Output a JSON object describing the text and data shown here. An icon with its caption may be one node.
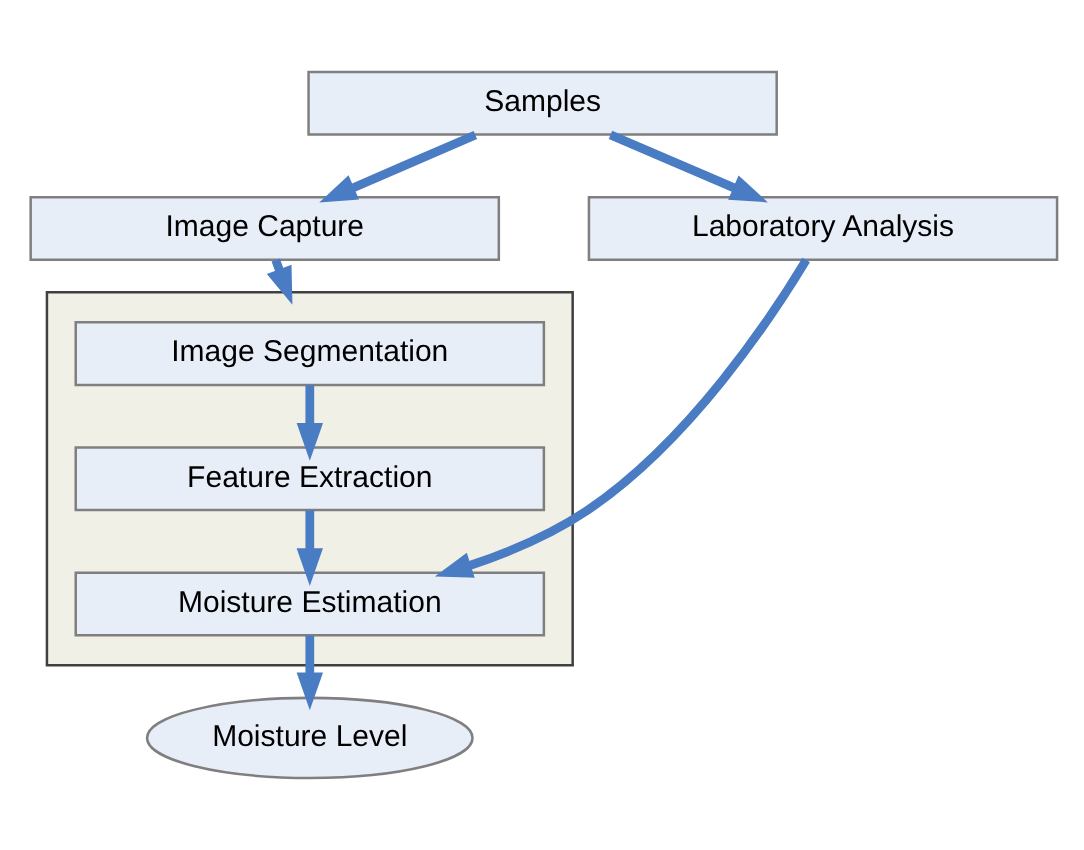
{
  "diagram": {
    "nodes": [
      {
        "text": [
          "Samples"
        ]
      },
      {
        "text": [
          "Image Capture"
        ]
      },
      {
        "text": [
          "Laboratory Analysis"
        ]
      },
      {
        "text": [],
        "shape": "box"
      },
      {
        "text": [
          "Image Segmentation"
        ],
        "in": 3
      },
      {
        "text": [
          "Feature Extraction"
        ],
        "in": 3
      },
      {
        "text": [
          "Moisture Estimation"
        ],
        "in": 3
      },
      {
        "text": [
          "Moisture Level"
        ]
      }
    ],
    "edges": [
      {
        "from": 0,
        "to": 1,
        "arrow": "to"
      },
      {
        "from": 0,
        "to": 2,
        "arrow": "to"
      },
      {
        "from": 1,
        "to": 3,
        "arrow": "to"
      },
      {
        "from": 4,
        "to": 5,
        "arrow": "to"
      },
      {
        "from": 5,
        "to": 6,
        "arrow": "to"
      },
      {
        "from": 2,
        "to": 6,
        "arrow": "to"
      },
      {
        "from": 6,
        "to": 7,
        "arrow": "to"
      }
    ]
  }
}
